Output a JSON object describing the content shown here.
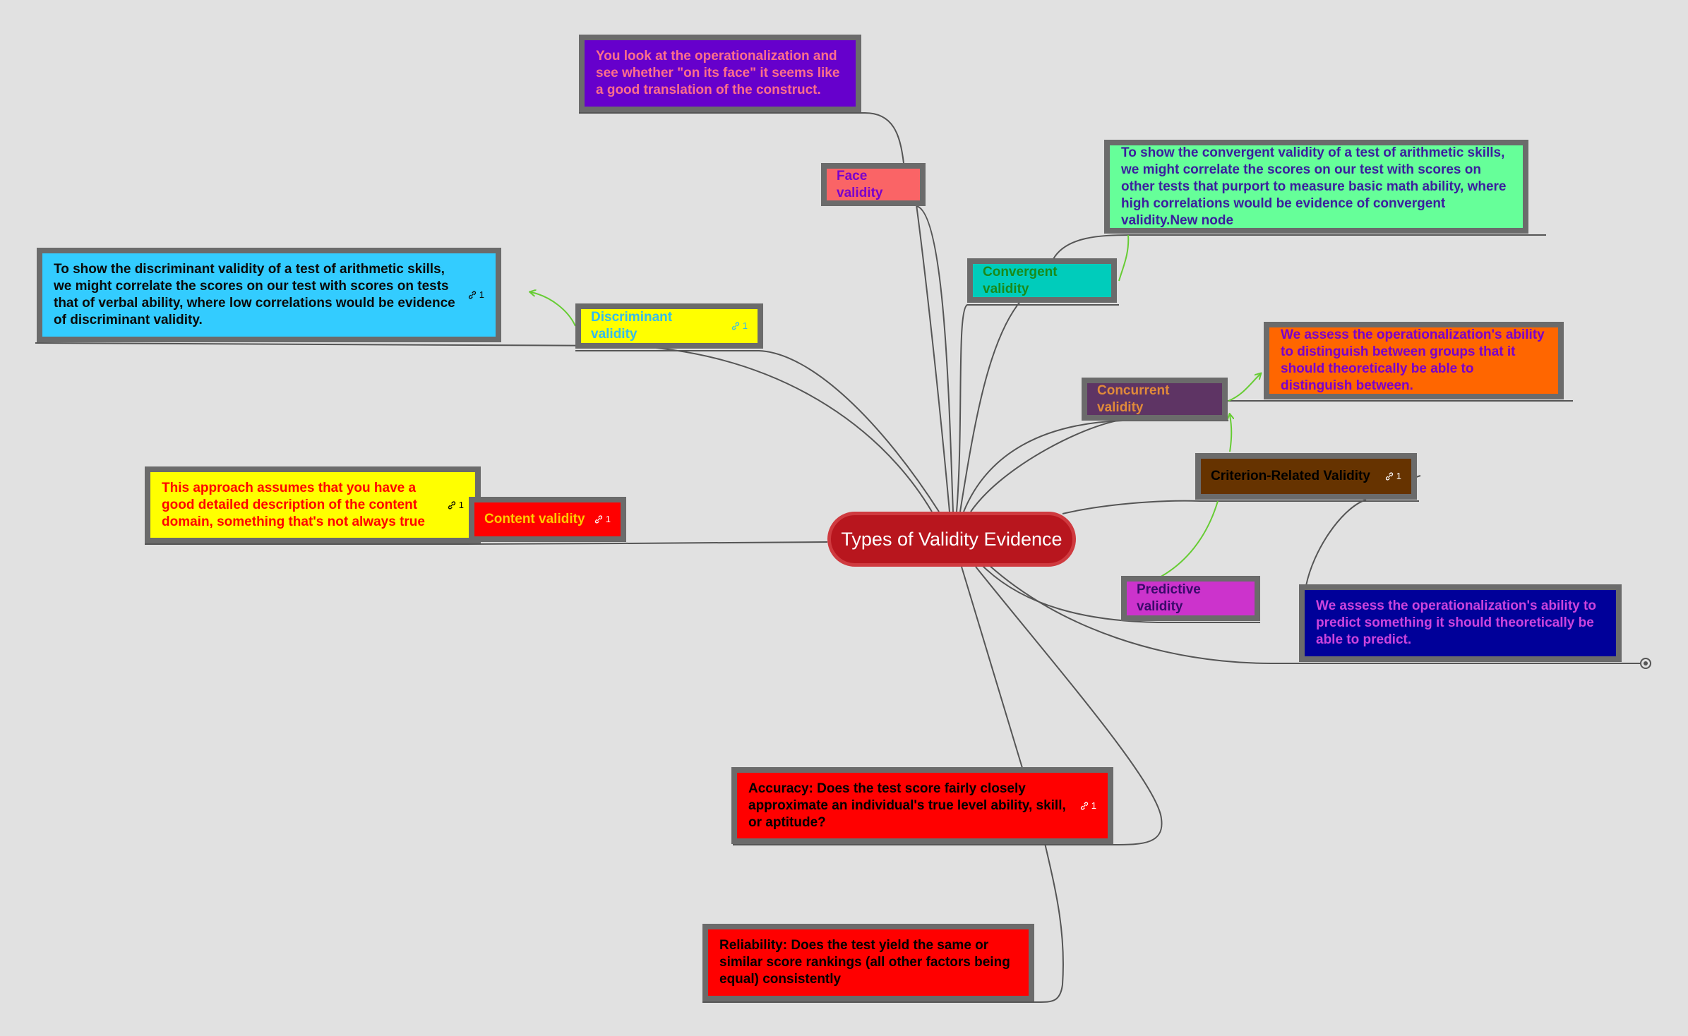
{
  "root": {
    "label": "Types of Validity Evidence",
    "bg": "#b8161e",
    "fg": "#ffffff"
  },
  "nodes": {
    "face_note": {
      "text": "You look at the operationalization and see whether \"on its face\" it seems like a good translation of the construct.",
      "bg": "#6600cc",
      "fg": "#ff6f8a"
    },
    "face": {
      "text": "Face validity",
      "bg": "#fa6466",
      "fg": "#7a00cc"
    },
    "convergent_note": {
      "text": "To show the convergent validity of a test of arithmetic skills, we might correlate the scores on our test with scores on other tests that purport to measure basic math ability, where high correlations would be evidence of convergent validity.New node",
      "bg": "#66ff99",
      "fg": "#3b1e9e"
    },
    "convergent": {
      "text": "Convergent validity",
      "bg": "#00ccbb",
      "fg": "#1a8a1a"
    },
    "discriminant_note": {
      "text": "To show the discriminant validity of a test of arithmetic skills, we might correlate the scores on our test with scores on tests that of verbal ability, where low correlations would be evidence of discriminant validity.",
      "bg": "#33ccff",
      "fg": "#0a0a0a",
      "link_count": "1"
    },
    "discriminant": {
      "text": "Discriminant validity",
      "bg": "#ffff00",
      "fg": "#33bbee",
      "link_count": "1"
    },
    "concurrent": {
      "text": "Concurrent validity",
      "bg": "#5e3464",
      "fg": "#e08a3a"
    },
    "concurrent_note": {
      "text": "We assess the operationalization's ability to distinguish between groups that it should theoretically be able to distinguish between.",
      "bg": "#ff6600",
      "fg": "#7a00cc"
    },
    "criterion": {
      "text": "Criterion-Related Validity",
      "bg": "#663300",
      "fg": "#000000",
      "link_count": "1"
    },
    "content_note": {
      "text": "This approach assumes that you have a good detailed description of the content domain, something that's not always true",
      "bg": "#ffff00",
      "fg": "#ff0000",
      "link_count": "1"
    },
    "content": {
      "text": "Content validity",
      "bg": "#ff0000",
      "fg": "#ffcc00",
      "link_count": "1"
    },
    "predictive": {
      "text": "Predictive validity",
      "bg": "#cc33cc",
      "fg": "#3a0a6a"
    },
    "predictive_note": {
      "text": "We assess the operationalization's ability to predict something it should theoretically be able to predict.",
      "bg": "#000099",
      "fg": "#cc44dd"
    },
    "accuracy": {
      "text": "Accuracy:  Does the test score fairly closely approximate an individual's true level ability, skill, or aptitude?",
      "bg": "#ff0000",
      "fg": "#000000",
      "link_count": "1"
    },
    "reliability": {
      "text": "Reliability: Does the test yield the same or similar score rankings (all other factors being equal) consistently",
      "bg": "#ff0000",
      "fg": "#000000"
    }
  },
  "colors": {
    "branch_line": "#555555",
    "relation_line": "#66cc33",
    "node_border": "#6b6b6b",
    "background": "#e1e1e1"
  }
}
